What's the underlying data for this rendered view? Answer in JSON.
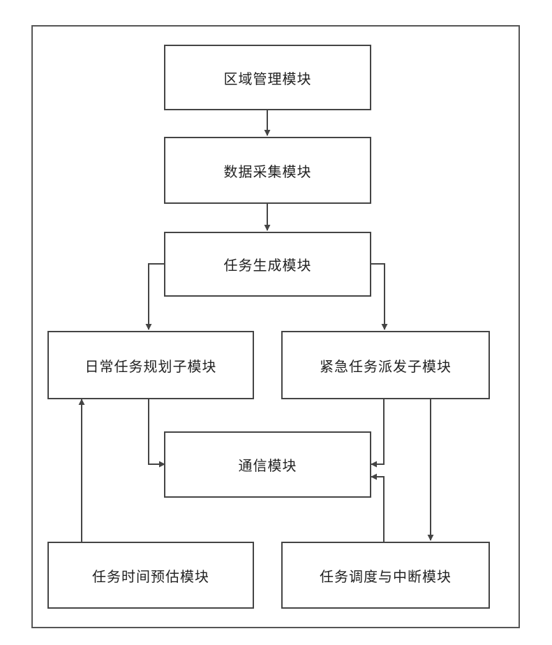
{
  "modules": {
    "region_management": "区域管理模块",
    "data_collection": "数据采集模块",
    "task_generation": "任务生成模块",
    "daily_task_planning": "日常任务规划子模块",
    "emergency_task_dispatch": "紧急任务派发子模块",
    "communication": "通信模块",
    "task_time_estimation": "任务时间预估模块",
    "task_scheduling_interrupt": "任务调度与中断模块"
  }
}
